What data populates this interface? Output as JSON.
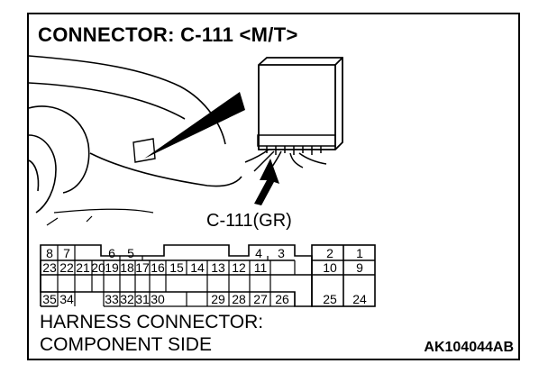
{
  "title": "CONNECTOR: C-111 <M/T>",
  "connector_label": "C-111(GR)",
  "footer_line1": "HARNESS CONNECTOR:",
  "footer_line2": "COMPONENT SIDE",
  "figure_code": "AK104044AB",
  "pins": {
    "row1": [
      "8",
      "7",
      "6",
      "5",
      "4",
      "3",
      "2",
      "1"
    ],
    "row2": [
      "23",
      "22",
      "21",
      "20",
      "19",
      "18",
      "17",
      "16",
      "15",
      "14",
      "13",
      "12",
      "11",
      "10",
      "9"
    ],
    "row3": [
      "35",
      "34",
      "33",
      "32",
      "31",
      "30",
      "29",
      "28",
      "27",
      "26",
      "25",
      "24"
    ]
  }
}
